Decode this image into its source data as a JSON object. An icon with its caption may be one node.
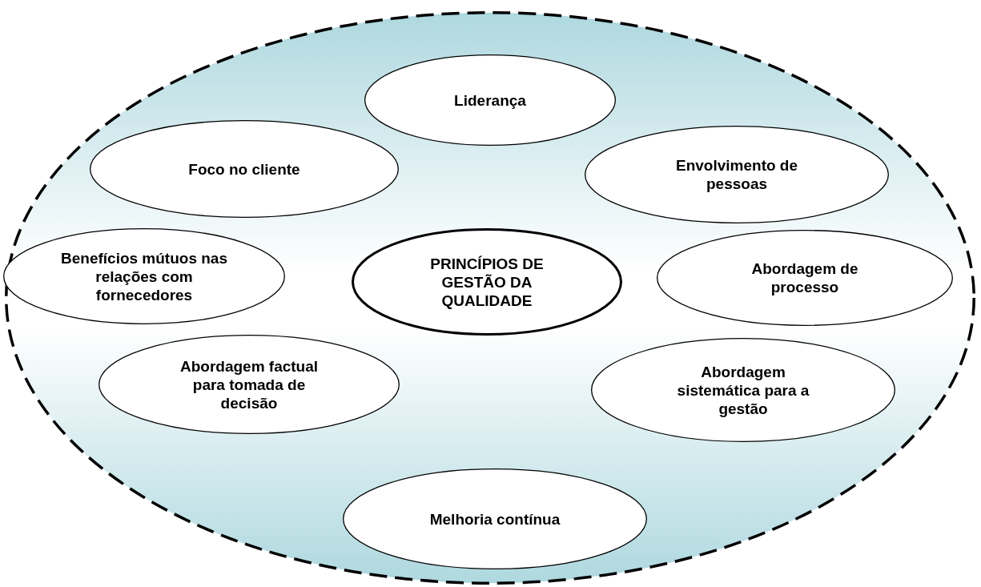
{
  "diagram": {
    "nodes": [
      {
        "text": [],
        "shape": "ellipse"
      },
      {
        "text": [
          "Liderança"
        ],
        "in": 0
      },
      {
        "text": [
          "Foco no cliente"
        ],
        "in": 0
      },
      {
        "text": [
          "Envolvimento de pessoas"
        ],
        "in": 0
      },
      {
        "text": [
          "Benefícios mútuos nas relações com fornecedores"
        ],
        "in": 0
      },
      {
        "text": [
          "PRINCÍPIOS DE GESTÃO DA QUALIDADE"
        ],
        "in": 0
      },
      {
        "text": [
          "Abordagem de processo"
        ],
        "in": 0
      },
      {
        "text": [
          "Abordagem factual para tomada de decisão"
        ],
        "in": 0
      },
      {
        "text": [
          "Abordagem sistemática para a gestão"
        ],
        "in": 0
      },
      {
        "text": [
          "Melhoria contínua"
        ],
        "in": 0
      }
    ]
  }
}
